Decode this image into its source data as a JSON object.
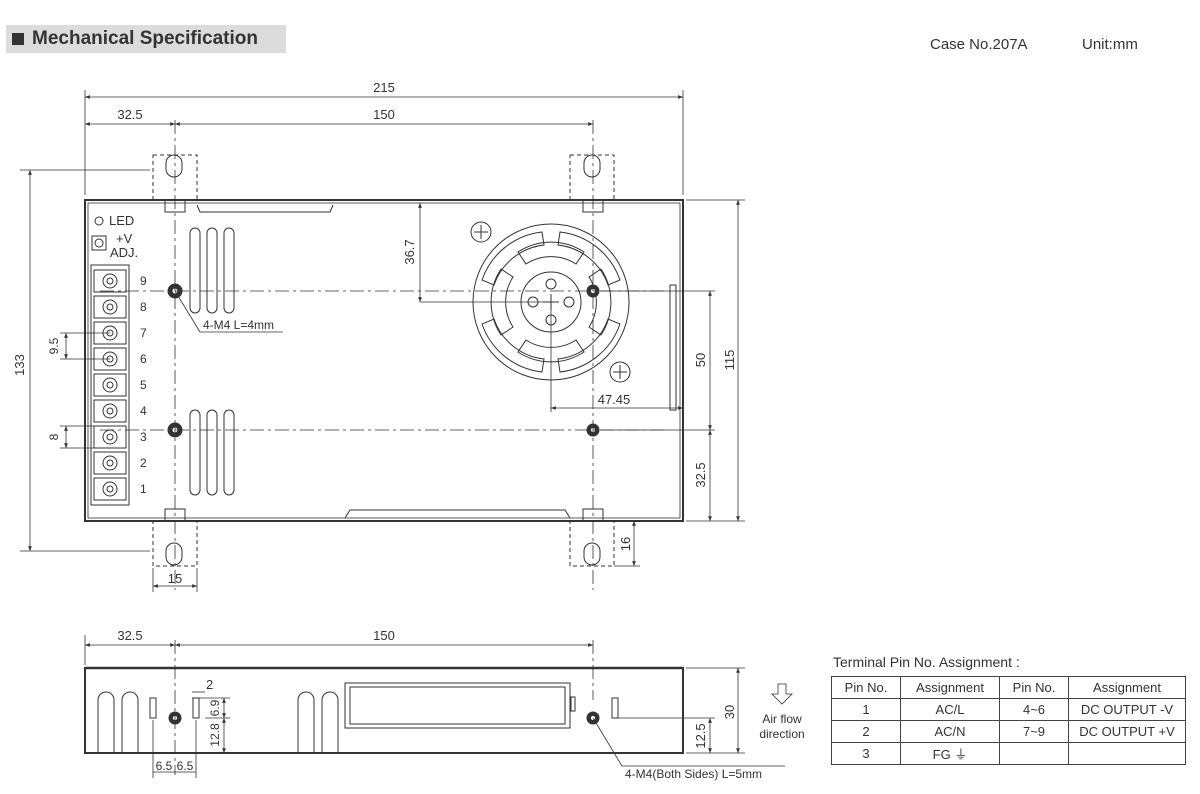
{
  "header": {
    "title": "Mechanical Specification",
    "case": "Case No.207A",
    "unit": "Unit:mm"
  },
  "top_view": {
    "dim_215": "215",
    "dim_32_5": "32.5",
    "dim_150": "150",
    "dim_133": "133",
    "dim_115": "115",
    "dim_50": "50",
    "dim_32_5_r": "32.5",
    "dim_36_7": "36.7",
    "dim_47_45": "47.45",
    "dim_9_5": "9.5",
    "dim_8": "8",
    "dim_15": "15",
    "dim_16": "16",
    "led": "LED",
    "adj_v": "+V",
    "adj": "ADJ.",
    "screw_note": "4-M4 L=4mm",
    "pins": [
      "9",
      "8",
      "7",
      "6",
      "5",
      "4",
      "3",
      "2",
      "1"
    ]
  },
  "side_view": {
    "dim_32_5": "32.5",
    "dim_150": "150",
    "dim_2": "2",
    "dim_6_9": "6.9",
    "dim_12_8": "12.8",
    "dim_6_5a": "6.5",
    "dim_6_5b": "6.5",
    "dim_30": "30",
    "dim_12_5": "12.5",
    "screw_note": "4-M4(Both Sides) L=5mm",
    "airflow_1": "Air flow",
    "airflow_2": "direction"
  },
  "table": {
    "title": "Terminal Pin No. Assignment :",
    "headers": [
      "Pin No.",
      "Assignment",
      "Pin No.",
      "Assignment"
    ],
    "rows": [
      [
        "1",
        "AC/L",
        "4~6",
        "DC OUTPUT -V"
      ],
      [
        "2",
        "AC/N",
        "7~9",
        "DC OUTPUT +V"
      ],
      [
        "3",
        "FG ⏚",
        "",
        ""
      ]
    ]
  }
}
